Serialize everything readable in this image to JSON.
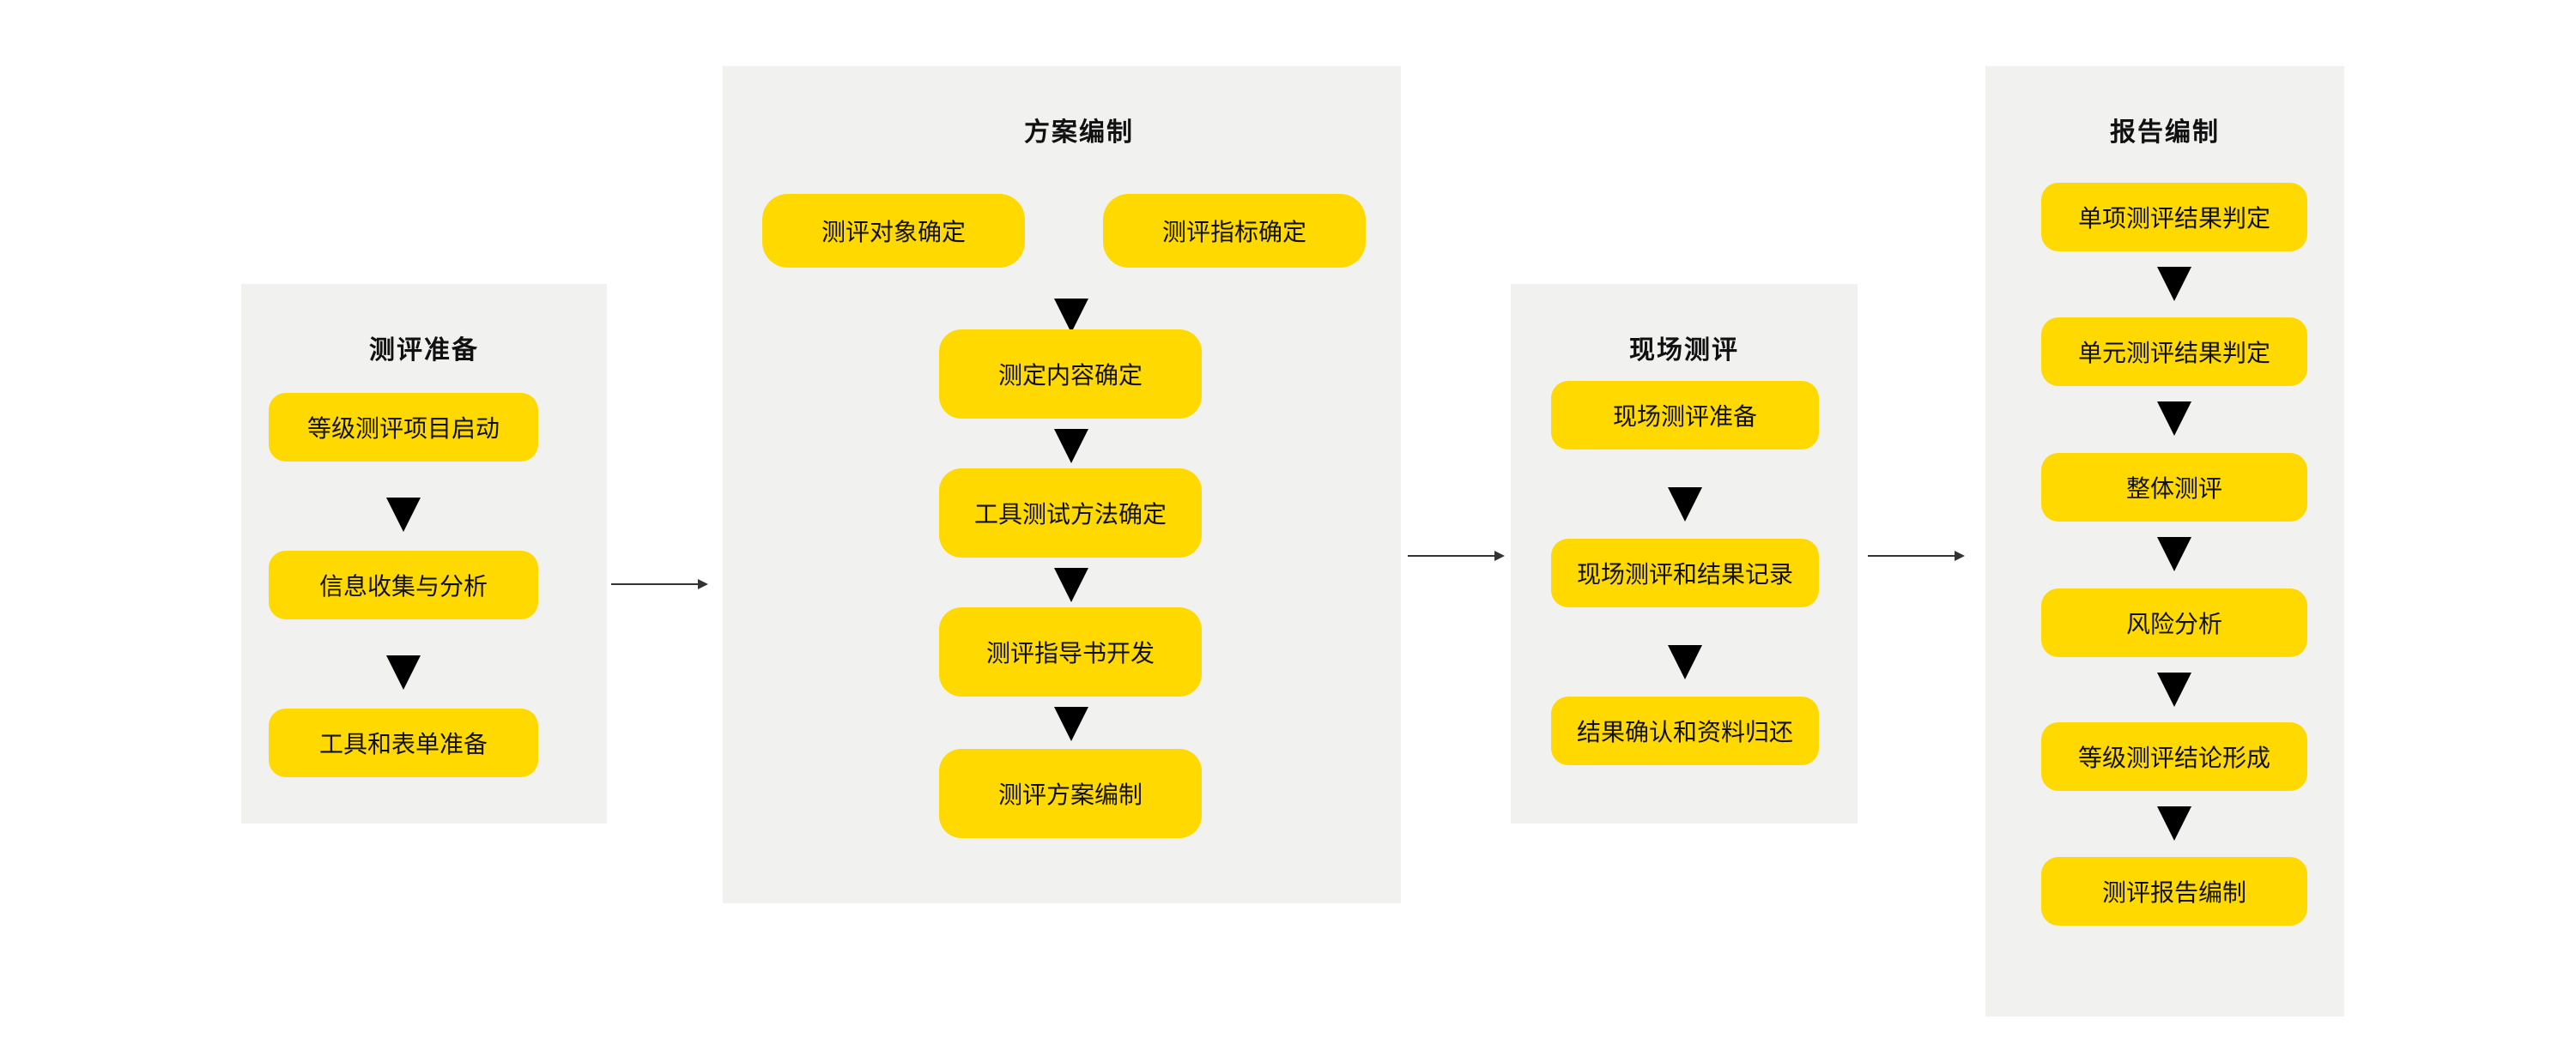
{
  "phases": {
    "prep": {
      "title": "测评准备",
      "steps": [
        "等级测评项目启动",
        "信息收集与分析",
        "工具和表单准备"
      ]
    },
    "plan": {
      "title": "方案编制",
      "top_steps": [
        "测评对象确定",
        "测评指标确定"
      ],
      "steps": [
        "测定内容确定",
        "工具测试方法确定",
        "测评指导书开发",
        "测评方案编制"
      ]
    },
    "onsite": {
      "title": "现场测评",
      "steps": [
        "现场测评准备",
        "现场测评和结果记录",
        "结果确认和资料归还"
      ]
    },
    "report": {
      "title": "报告编制",
      "steps": [
        "单项测评结果判定",
        "单元测评结果判定",
        "整体测评",
        "风险分析",
        "等级测评结论形成",
        "测评报告编制"
      ]
    }
  },
  "colors": {
    "panel": "#f1f1f0",
    "box": "#ffd900",
    "arrow": "#000000",
    "line": "#333333"
  }
}
